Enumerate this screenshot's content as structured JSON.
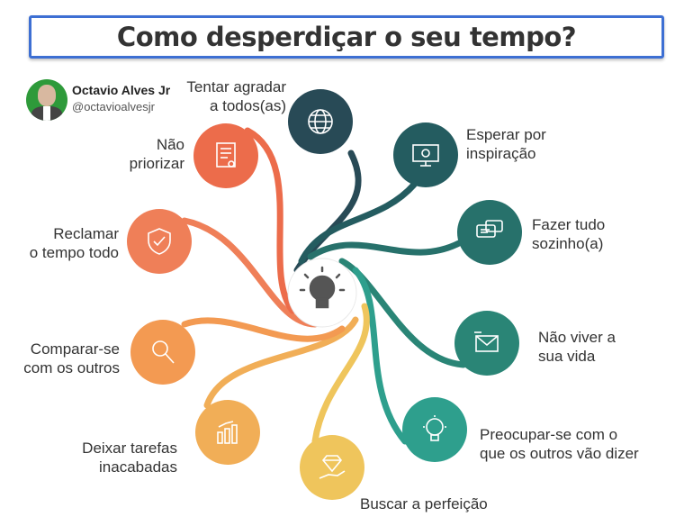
{
  "title": "Como desperdiçar o seu tempo?",
  "author": {
    "name": "Octavio Alves Jr",
    "handle": "@octavioalvesjr"
  },
  "center_icon": "lightbulb-icon",
  "items": [
    {
      "line1": "Tentar agradar",
      "line2": "a todos(as)",
      "icon": "globe-icon",
      "color": "#284a56"
    },
    {
      "line1": "Esperar por",
      "line2": "inspiração",
      "icon": "monitor-icon",
      "color": "#245c60"
    },
    {
      "line1": "Fazer tudo",
      "line2": "sozinho(a)",
      "icon": "chat-icon",
      "color": "#27716b"
    },
    {
      "line1": "Não viver a",
      "line2": "sua vida",
      "icon": "mail-icon",
      "color": "#2a8576"
    },
    {
      "line1": "Preocupar-se com o",
      "line2": "que os outros vão dizer",
      "icon": "idea-bulb-icon",
      "color": "#2e9f8d"
    },
    {
      "line1": "Buscar a perfeição",
      "line2": "",
      "icon": "diamond-hand-icon",
      "color": "#efc55c"
    },
    {
      "line1": "Deixar tarefas",
      "line2": "inacabadas",
      "icon": "bar-chart-icon",
      "color": "#f1ae57"
    },
    {
      "line1": "Comparar-se",
      "line2": "com os outros",
      "icon": "magnifier-icon",
      "color": "#f39a52"
    },
    {
      "line1": "Reclamar",
      "line2": "o tempo todo",
      "icon": "shield-check-icon",
      "color": "#ef7f58"
    },
    {
      "line1": "Não",
      "line2": "priorizar",
      "icon": "document-icon",
      "color": "#ec6c4b"
    }
  ]
}
